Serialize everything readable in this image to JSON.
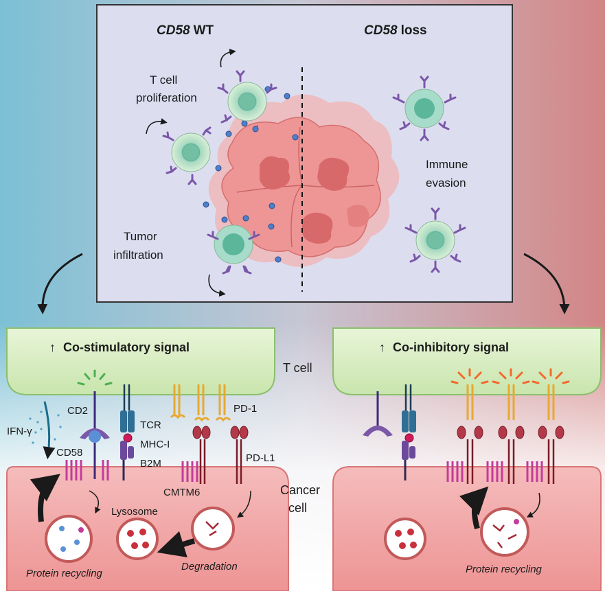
{
  "colors": {
    "left_bg": "#7cc0d5",
    "right_bg": "#d38585",
    "tcell_fill": "#d5ecc0",
    "cancer_fill": "#f3a9a9",
    "tumor_fill": "#ef8f8f",
    "tcell_small": "#cfe7cf",
    "receptor_purple": "#7b57a8",
    "cd58_pink": "#c23c9a",
    "pdl1_red": "#a52a37",
    "pd1_yellow": "#e8a930",
    "tcr_blue": "#2f6e95",
    "arrow_black": "#1a1a1a"
  },
  "top_panel": {
    "title_wt_gene": "CD58",
    "title_wt_rest": "WT",
    "title_loss_gene": "CD58",
    "title_loss_rest": "loss",
    "label_proliferation_1": "T cell",
    "label_proliferation_2": "proliferation",
    "label_infiltration_1": "Tumor",
    "label_infiltration_2": "infiltration",
    "label_evasion_1": "Immune",
    "label_evasion_2": "evasion"
  },
  "left_panel": {
    "signal": "Co-stimulatory signal",
    "t_cell": "T cell",
    "ifn": "IFN-γ",
    "cd2": "CD2",
    "cd58": "CD58",
    "tcr": "TCR",
    "mhc": "MHC-I",
    "b2m": "B2M",
    "pd1": "PD-1",
    "pdl1": "PD-L1",
    "cmtm6": "CMTM6",
    "cancer_1": "Cancer",
    "cancer_2": "cell",
    "lysosome": "Lysosome",
    "recycling": "Protein recycling",
    "degradation": "Degradation"
  },
  "right_panel": {
    "signal": "Co-inhibitory signal",
    "recycling": "Protein recycling"
  }
}
